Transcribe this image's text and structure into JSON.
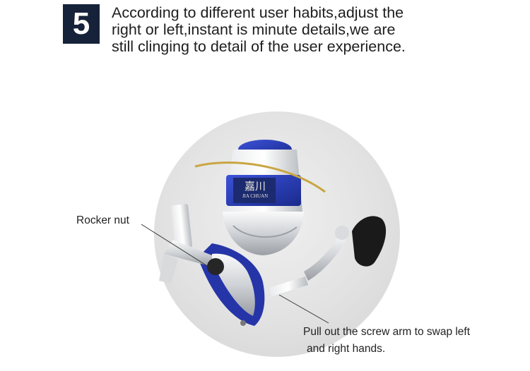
{
  "header": {
    "step_number": "5",
    "headline_lines": [
      "According to different user habits,adjust the",
      "right or left,instant is minute details,we are",
      "still clinging to detail of the user experience."
    ]
  },
  "product": {
    "brand_logo_text": "嘉川",
    "brand_sub_text": "JIA CHUAN"
  },
  "callouts": {
    "rocker_nut": "Rocker nut",
    "screw_arm_line1": "Pull out the screw arm to swap left",
    "screw_arm_line2": "and right hands."
  },
  "colors": {
    "badge_bg": "#16223a",
    "accent_blue": "#2b3fb0",
    "bail_gold": "#c9a642"
  }
}
